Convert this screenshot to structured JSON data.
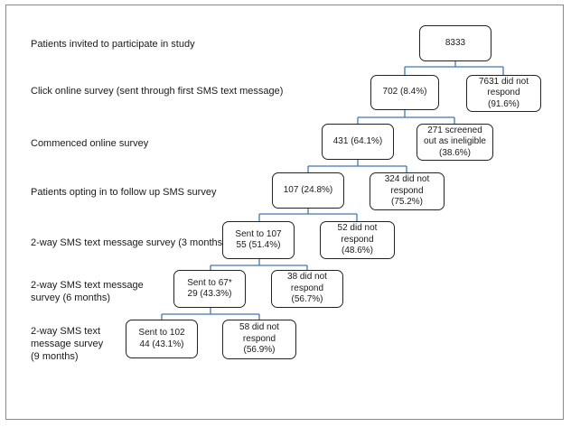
{
  "stages": [
    {
      "label": "Patients invited to participate in study",
      "main": "8333",
      "side": ""
    },
    {
      "label": "Click online survey (sent through first SMS text message)",
      "main": "702 (8.4%)",
      "side": "7631 did not\nrespond\n(91.6%)"
    },
    {
      "label": "Commenced online survey",
      "main": "431 (64.1%)",
      "side": "271 screened\nout as ineligible\n(38.6%)"
    },
    {
      "label": "Patients opting in to follow up SMS survey",
      "main": "107 (24.8%)",
      "side": "324 did not\nrespond\n(75.2%)"
    },
    {
      "label": "2-way SMS text message survey (3 months)",
      "main": "Sent to 107\n55 (51.4%)",
      "side": "52 did not\nrespond\n(48.6%)"
    },
    {
      "label": "2-way SMS text message\nsurvey (6 months)",
      "main": "Sent to 67*\n29 (43.3%)",
      "side": "38 did not\nrespond\n(56.7%)"
    },
    {
      "label": "2-way SMS text\nmessage survey\n(9 months)",
      "main": "Sent to 102\n44 (43.1%)",
      "side": "58 did not\nrespond\n(56.9%)"
    }
  ]
}
